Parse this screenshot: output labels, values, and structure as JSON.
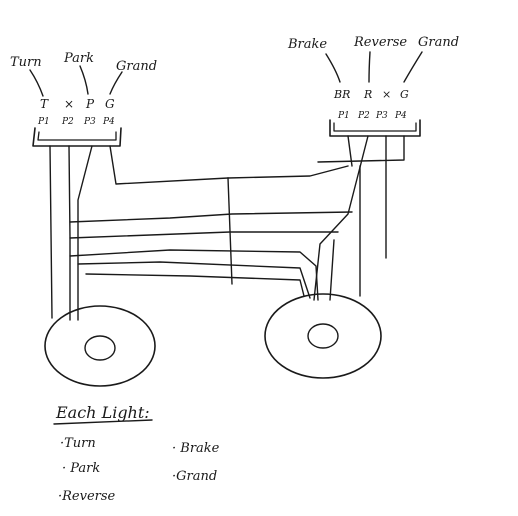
{
  "left_connector": {
    "function_labels": [
      "Turn",
      "Park",
      "Grand"
    ],
    "pin_codes": [
      "T",
      "×",
      "P",
      "G"
    ],
    "pin_numbers": [
      "P1",
      "P2",
      "P3",
      "P4"
    ]
  },
  "right_connector": {
    "function_labels": [
      "Brake",
      "Reverse",
      "Grand"
    ],
    "pin_codes": [
      "BR",
      "R",
      "×",
      "G"
    ],
    "pin_numbers": [
      "P1",
      "P2",
      "P3",
      "P4"
    ]
  },
  "notes": {
    "heading": "Each Light:",
    "items": [
      "·Turn",
      "· Park",
      "·Reverse",
      "· Brake",
      "·Grand"
    ]
  }
}
